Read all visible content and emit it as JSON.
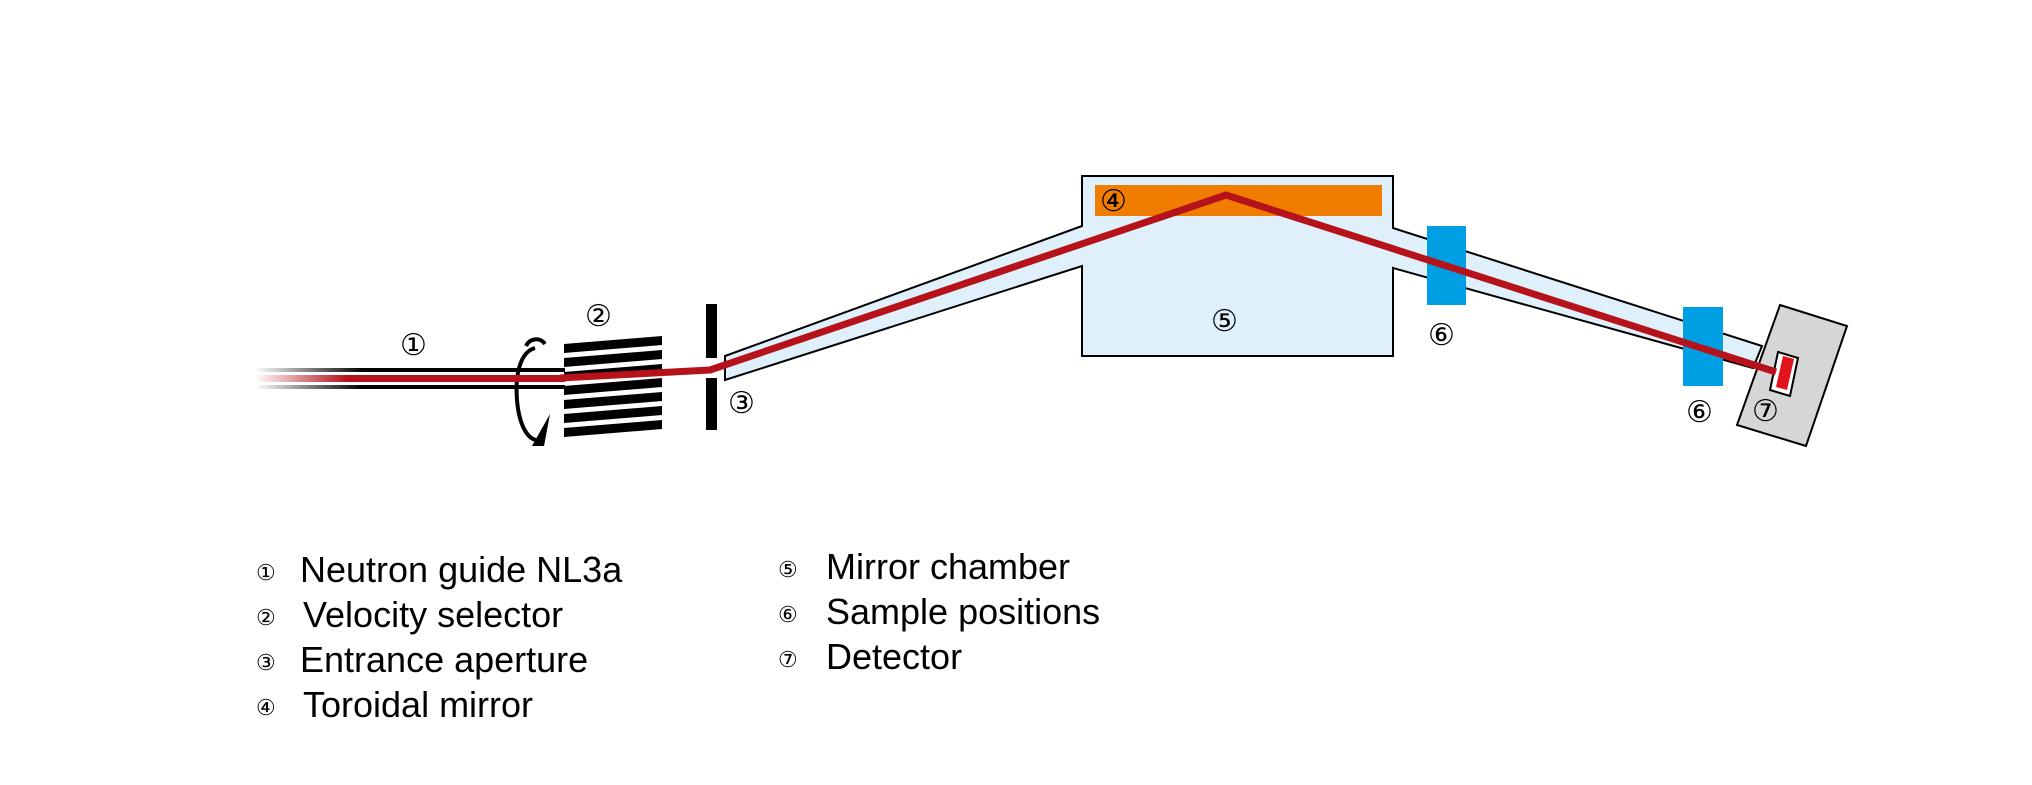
{
  "colors": {
    "beam": "#b5121b",
    "mirror": "#f07c00",
    "chamber_fill": "#dff0fa",
    "sample": "#009fe3",
    "detector": "#d6d6d6",
    "black": "#000000"
  },
  "markers": {
    "m1": "①",
    "m2": "②",
    "m3": "③",
    "m4": "④",
    "m5": "⑤",
    "m6a": "⑥",
    "m6b": "⑥",
    "m7": "⑦"
  },
  "legend": [
    {
      "marker": "①",
      "text": "Neutron guide NL3a"
    },
    {
      "marker": "②",
      "text": "Velocity selector"
    },
    {
      "marker": "③",
      "text": "Entrance aperture"
    },
    {
      "marker": "④",
      "text": "Toroidal mirror"
    },
    {
      "marker": "⑤",
      "text": "Mirror chamber"
    },
    {
      "marker": "⑥",
      "text": "Sample positions"
    },
    {
      "marker": "⑦",
      "text": "Detector"
    }
  ]
}
